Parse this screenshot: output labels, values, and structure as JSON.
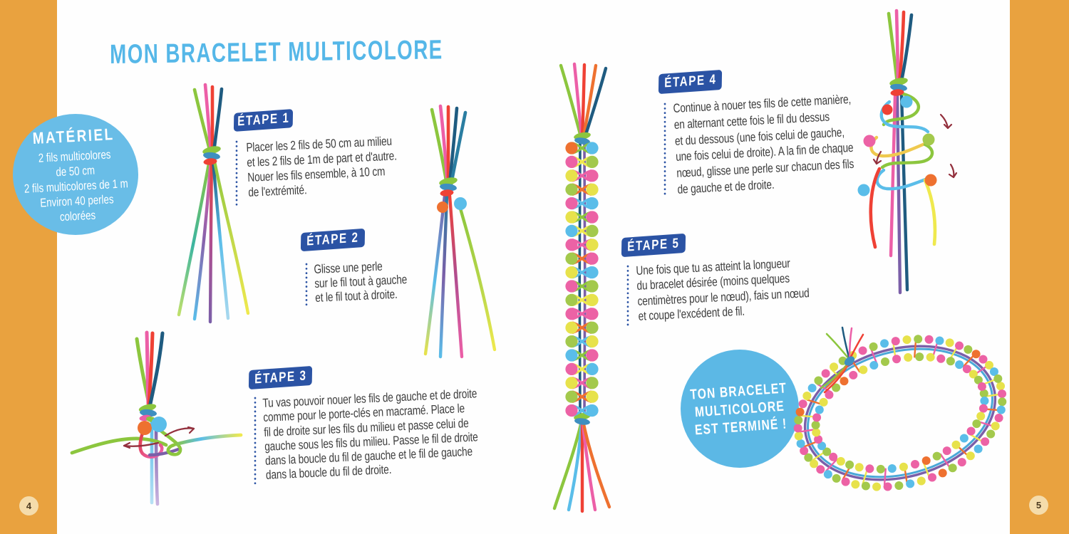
{
  "page": {
    "title": "MON BRACELET MULTICOLORE",
    "left_page_number": "4",
    "right_page_number": "5"
  },
  "materiel": {
    "heading": "MATÉRIEL",
    "lines": [
      "2 fils multicolores",
      "de 50 cm",
      "2 fils multicolores de 1 m",
      "Environ 40 perles",
      "colorées"
    ]
  },
  "steps": [
    {
      "label": "ÉTAPE 1",
      "lines": [
        "Placer les 2 fils de 50 cm au milieu",
        "et les 2 fils de 1m de part et d'autre.",
        "Nouer les fils ensemble, à 10 cm",
        "de l'extrémité."
      ]
    },
    {
      "label": "ÉTAPE 2",
      "lines": [
        "Glisse une perle",
        "sur le fil tout à gauche",
        "et le fil tout à droite."
      ]
    },
    {
      "label": "ÉTAPE 3",
      "lines": [
        "Tu vas pouvoir nouer les fils de gauche et de droite",
        "comme pour le porte-clés en macramé. Place le",
        "fil de droite sur les fils du milieu et passe celui de",
        "gauche sous les fils du milieu. Passe le fil de droite",
        "dans la boucle du fil de gauche et le fil de gauche",
        "dans la boucle du fil de droite."
      ]
    },
    {
      "label": "ÉTAPE 4",
      "lines": [
        "Continue à nouer tes fils de cette manière,",
        "en alternant cette fois le fil du dessus",
        "et du dessous (une fois celui de gauche,",
        "une fois celui de droite). A la fin de chaque",
        "nœud, glisse une perle sur chacun des fils",
        "de gauche et de droite."
      ]
    },
    {
      "label": "ÉTAPE 5",
      "lines": [
        "Une fois que tu as atteint la longueur",
        "du bracelet désirée (moins quelques",
        "centimètres pour le nœud), fais un nœud",
        "et coupe l'excédent de fil."
      ]
    }
  ],
  "finished": {
    "lines": [
      "TON BRACELET",
      "MULTICOLORE",
      "EST TERMINÉ !"
    ]
  },
  "colors": {
    "band_orange": "#e9a23f",
    "title_blue": "#55b7e8",
    "circle_blue": "#69bde7",
    "badge_blue": "#2b53a4",
    "text_gray": "#3d3d3d",
    "bead_pink": "#ec62a5",
    "bead_yellow": "#e7e24b",
    "bead_green": "#a3c94c",
    "bead_blue": "#5abde9",
    "bead_orange": "#ee7130",
    "thread_green": "#8cc63e",
    "thread_pink": "#ec5fa7",
    "thread_red": "#ef4135",
    "thread_navy": "#1f5b80",
    "thread_purple": "#7b5fa8",
    "thread_sky": "#5abde9",
    "thread_yellow": "#efe94e"
  },
  "illustrations": {
    "strip": {
      "rows": 20,
      "left_colors": [
        "#ee7130",
        "#ec62a5",
        "#e7e24b",
        "#a3c94c",
        "#ec62a5",
        "#e7e24b",
        "#5abde9",
        "#ec62a5",
        "#a3c94c",
        "#e7e24b",
        "#ec62a5",
        "#a3c94c",
        "#ec62a5",
        "#e7e24b",
        "#a3c94c",
        "#5abde9",
        "#ec62a5",
        "#e7e24b",
        "#a3c94c",
        "#ec62a5"
      ],
      "right_colors": [
        "#5abde9",
        "#a3c94c",
        "#ec62a5",
        "#e7e24b",
        "#5abde9",
        "#ec62a5",
        "#a3c94c",
        "#e7e24b",
        "#ec62a5",
        "#5abde9",
        "#a3c94c",
        "#e7e24b",
        "#ec62a5",
        "#a3c94c",
        "#e7e24b",
        "#ec62a5",
        "#5abde9",
        "#a3c94c",
        "#e7e24b",
        "#5abde9"
      ],
      "wrap_colors": [
        "#8cc63e",
        "#efe94e",
        "#ec5fa7",
        "#ee7130",
        "#5abde9"
      ]
    },
    "bracelet": {
      "outer_count": 57,
      "inner_count": 46,
      "bead_colors": [
        "#e7e24b",
        "#ec62a5",
        "#a3c94c",
        "#5abde9",
        "#ec62a5",
        "#e7e24b",
        "#a3c94c",
        "#ec62a5",
        "#5abde9",
        "#e7e24b",
        "#ec62a5",
        "#a3c94c",
        "#ee7130",
        "#ec62a5",
        "#e7e24b",
        "#5abde9",
        "#a3c94c",
        "#ec62a5",
        "#e7e24b",
        "#a3c94c"
      ],
      "link_colors": [
        "#efe94e",
        "#ee7130",
        "#ec5fa7"
      ]
    }
  }
}
